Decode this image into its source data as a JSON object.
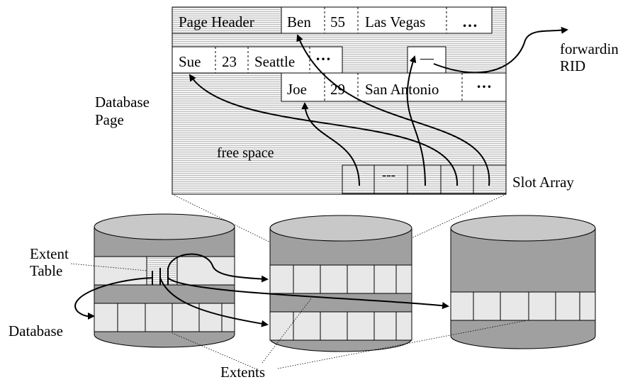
{
  "page": {
    "label_line1": "Database",
    "label_line2": "Page",
    "header": "Page Header",
    "free_space": "free space",
    "slot_array": "Slot Array",
    "forwarding_line1": "forwarding",
    "forwarding_line2": "RID",
    "forward_slot_mark": "—",
    "slot_gap": "---",
    "ellipsis": "…"
  },
  "records": [
    {
      "name": "Ben",
      "age": "55",
      "city": "Las Vegas"
    },
    {
      "name": "Sue",
      "age": "23",
      "city": "Seattle"
    },
    {
      "name": "Joe",
      "age": "29",
      "city": "San Antonio"
    }
  ],
  "database": {
    "label": "Database",
    "extent_table_line1": "Extent",
    "extent_table_line2": "Table",
    "extents_label": "Extents"
  },
  "colors": {
    "page_fill": "#f0f0f0",
    "band_dark": "#a0a0a0",
    "band_light": "#e8e8e8",
    "cylinder_top": "#c8c8c8"
  }
}
